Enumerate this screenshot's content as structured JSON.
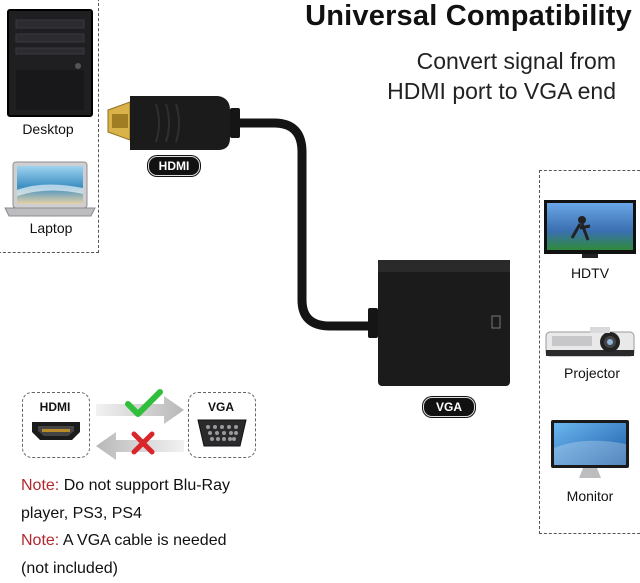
{
  "headline": {
    "title": "Universal Compatibility",
    "subtitle_line1": "Convert signal from",
    "subtitle_line2": "HDMI port to VGA end"
  },
  "sources": [
    {
      "label": "Desktop",
      "icon": "desktop-tower-icon"
    },
    {
      "label": "Laptop",
      "icon": "laptop-icon"
    }
  ],
  "cable": {
    "hdmi_label": "HDMI",
    "vga_label": "VGA"
  },
  "displays": [
    {
      "label": "HDTV",
      "icon": "hdtv-icon"
    },
    {
      "label": "Projector",
      "icon": "projector-icon"
    },
    {
      "label": "Monitor",
      "icon": "monitor-icon"
    }
  ],
  "direction_legend": {
    "left_label": "HDMI",
    "right_label": "VGA",
    "supported_icon": "checkmark-icon",
    "unsupported_icon": "cross-icon"
  },
  "notes": [
    {
      "prefix": "Note:",
      "text_line1": " Do not support Blu-Ray",
      "text_line2": "player, PS3, PS4"
    },
    {
      "prefix": "Note:",
      "text_line1": " A VGA cable is needed",
      "text_line2": "(not included)"
    }
  ],
  "colors": {
    "note_red": "#b3272d",
    "check_green": "#2fbf3a",
    "cross_red": "#d8262b",
    "adapter_black": "#1b1b1b",
    "hdmi_gold": "#d9b34a"
  }
}
